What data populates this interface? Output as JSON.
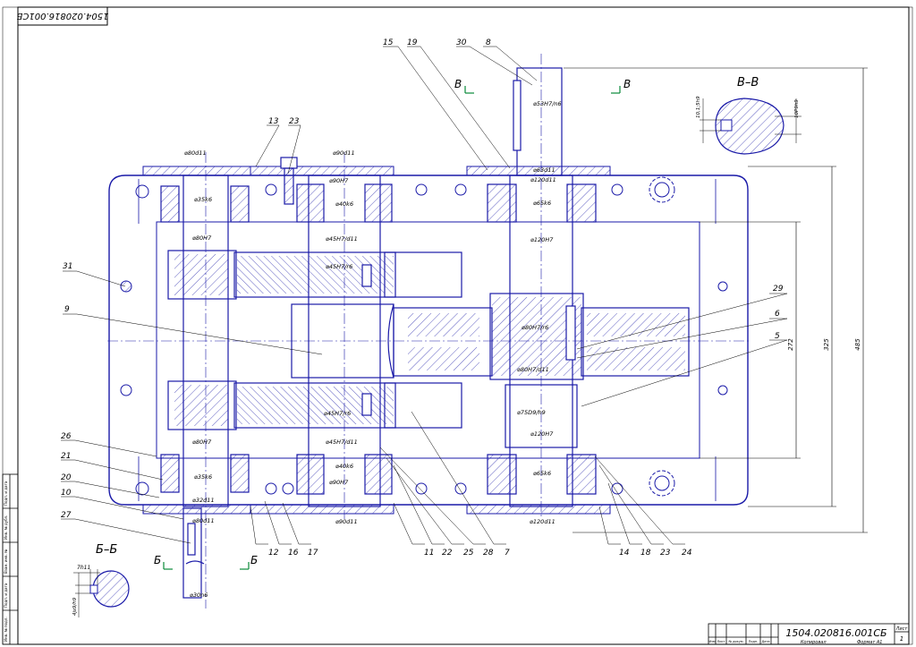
{
  "drawing": {
    "designation": "1504.020816.001СБ",
    "designation_mirrored": "1504.020816.001СБ",
    "title_block": {
      "sheet_label": "Лист",
      "sheet_number": "1",
      "format_label": "Формат  А1",
      "copied_label": "Копировал",
      "columns": [
        "Изм",
        "Лист",
        "№ докум.",
        "Подп.",
        "Дата"
      ]
    },
    "margin_stamp": [
      "Инв. № подл.",
      "Подп. и дата",
      "Взам. инв. №",
      "Инв. № дубл.",
      "Подп. и дата"
    ]
  },
  "sections": {
    "vv": {
      "title": "В–В",
      "dim_left": "10,1;5h9",
      "dim_right": "10P9h9"
    },
    "bb": {
      "title": "Б–Б",
      "dim_top": "7h11",
      "dim_left": "4js9/h9"
    },
    "markers": {
      "v_left": "В",
      "v_right": "В",
      "b_left": "Б",
      "b_right": "Б"
    }
  },
  "fits": {
    "top_left_bore": "⌀80d11",
    "left_bearing": "⌀35k6",
    "left_housing": "⌀80H7",
    "top_mid_cover": "⌀90d11",
    "mid_bore": "⌀90H7",
    "mid_bearing": "⌀40k6",
    "mid_sleeve": "⌀45H7/d11",
    "mid_gear": "⌀45H7/r6",
    "out_shaft": "⌀53H7/n6",
    "right_seal": "⌀63d11",
    "right_cover": "⌀120d11",
    "right_bearing": "⌀65k6",
    "right_housing": "⌀120H7",
    "wheel_fit": "⌀80H7/r6",
    "wheel_fit2": "⌀80H7/d11",
    "spacer": "⌀75D9/h9",
    "right_housing_low": "⌀120H7",
    "right_bearing_low": "⌀65k6",
    "bottom_right_cover": "⌀120d11",
    "bottom_mid_cover": "⌀90d11",
    "mid_bore_low": "⌀90H7",
    "mid_bearing_low": "⌀40k6",
    "mid_sleeve_low": "⌀45H7/d11",
    "mid_gear_low": "⌀45H7/r6",
    "left_housing_low": "⌀80H7",
    "left_bearing_low": "⌀35k6",
    "seal_low": "⌀32d11",
    "bore_low": "⌀80d11",
    "in_shaft": "⌀30n6"
  },
  "dimensions": {
    "d272": "272",
    "d325": "325",
    "d485": "485"
  },
  "callouts": [
    "15",
    "19",
    "30",
    "8",
    "13",
    "23",
    "31",
    "9",
    "29",
    "6",
    "5",
    "26",
    "21",
    "20",
    "10",
    "27",
    "12",
    "16",
    "17",
    "11",
    "22",
    "25",
    "28",
    "7",
    "14",
    "18",
    "23",
    "24"
  ]
}
